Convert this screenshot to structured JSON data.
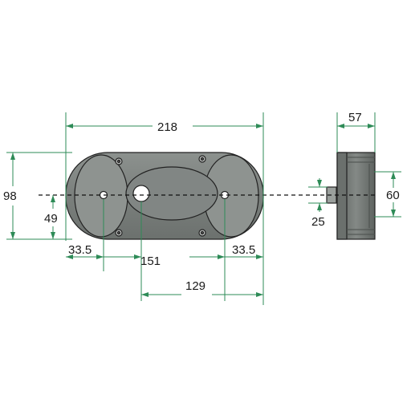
{
  "drawing": {
    "colors": {
      "dimension": "#2e8b57",
      "housing_fill": "#7f8582",
      "lens_fill": "#8e9390",
      "outline": "#222222",
      "background": "#ffffff"
    },
    "dimensions": {
      "overall_width": "218",
      "height": "98",
      "centre_height": "49",
      "left_hole_offset": "33.5",
      "centre_hole_offset": "151",
      "right_hole_offset": "33.5",
      "right_span": "129",
      "depth": "57",
      "side_height": "60",
      "connector": "25"
    }
  }
}
